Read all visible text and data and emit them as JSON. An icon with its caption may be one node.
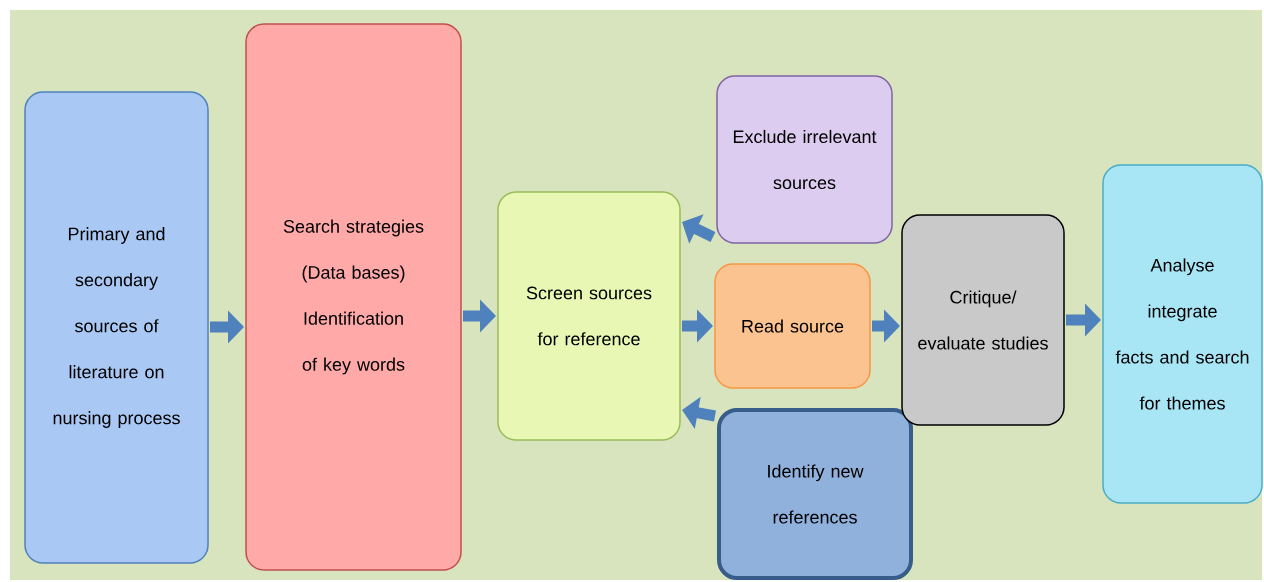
{
  "diagram": {
    "nodes": [
      {
        "text": [
          "Primary and secondary sources of literature on nursing process"
        ]
      },
      {
        "text": [
          "Search strategies (Data bases) Identification of key words"
        ]
      },
      {
        "text": [
          "Screen sources for reference"
        ]
      },
      {
        "text": [
          "Exclude irrelevant sources"
        ]
      },
      {
        "text": [
          "Read source"
        ]
      },
      {
        "text": [
          "Identify new references"
        ]
      },
      {
        "text": [
          "Critique/ evaluate studies"
        ]
      },
      {
        "text": [
          "Analyse integrate facts and search for themes"
        ]
      }
    ],
    "edges": [
      {
        "from": 0,
        "to": 1,
        "arrow": "to"
      },
      {
        "from": 1,
        "to": 2,
        "arrow": "to"
      },
      {
        "from": 2,
        "to": 4,
        "arrow": "to"
      },
      {
        "from": 4,
        "to": 6,
        "arrow": "to"
      },
      {
        "from": 6,
        "to": 7,
        "arrow": "to"
      },
      {
        "from": 3,
        "to": 2,
        "arrow": "to"
      },
      {
        "from": 5,
        "to": 2,
        "arrow": "to"
      }
    ]
  }
}
